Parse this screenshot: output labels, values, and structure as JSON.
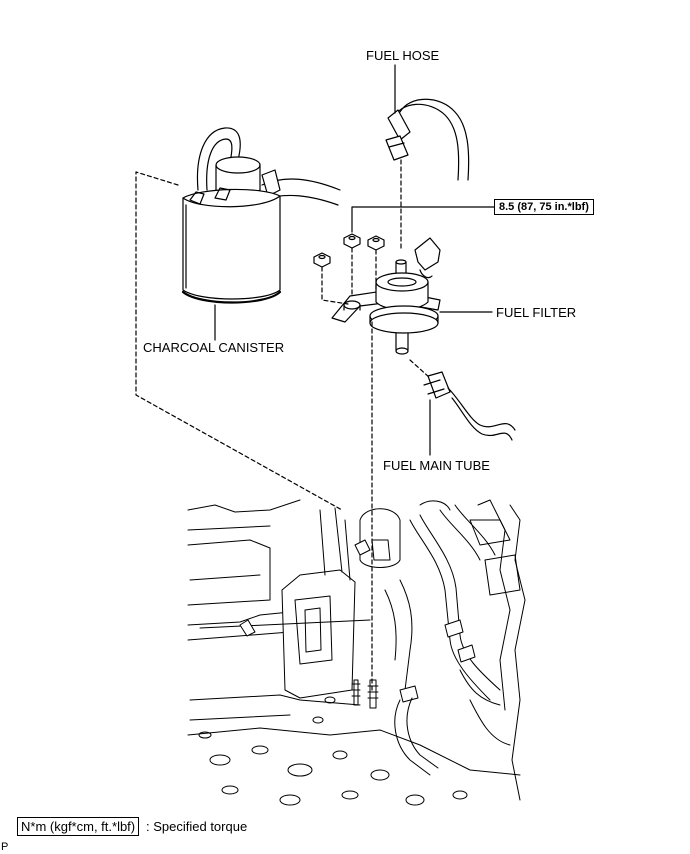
{
  "labels": {
    "fuel_hose": "FUEL HOSE",
    "torque_value": "8.5 (87, 75 in.*lbf)",
    "fuel_filter": "FUEL FILTER",
    "charcoal_canister": "CHARCOAL CANISTER",
    "fuel_main_tube": "FUEL MAIN TUBE"
  },
  "legend": {
    "unit_box": "N*m (kgf*cm, ft.*lbf)",
    "description": ": Specified torque"
  },
  "corner_mark": "P"
}
